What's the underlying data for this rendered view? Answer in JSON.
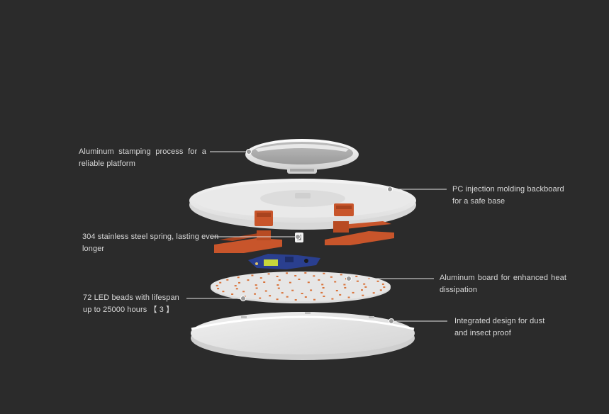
{
  "colors": {
    "background": "#2b2b2b",
    "text": "#d8d8d8",
    "leader_line": "#e6e6e6",
    "dot": "#9a9a9a",
    "orange_part": "#c8552b",
    "led": "#d9743c",
    "pcb_blue": "#2a3f8f",
    "pcb_green": "#c7d63a"
  },
  "callouts": [
    {
      "id": "stamping",
      "lines": [
        "Aluminum stamping process for a",
        "reliable platform"
      ]
    },
    {
      "id": "backboard",
      "lines": [
        "PC injection molding backboard",
        "for a safe base"
      ]
    },
    {
      "id": "spring",
      "lines": [
        "304 stainless steel spring, lasting even",
        "longer"
      ]
    },
    {
      "id": "board",
      "lines": [
        "Aluminum board for enhanced heat",
        "dissipation"
      ]
    },
    {
      "id": "leds",
      "lines": [
        "72 LED beads with lifespan",
        "up to 25000 hours 【 3 】"
      ]
    },
    {
      "id": "integrated",
      "lines": [
        "Integrated design for dust",
        "and insect proof"
      ]
    }
  ]
}
